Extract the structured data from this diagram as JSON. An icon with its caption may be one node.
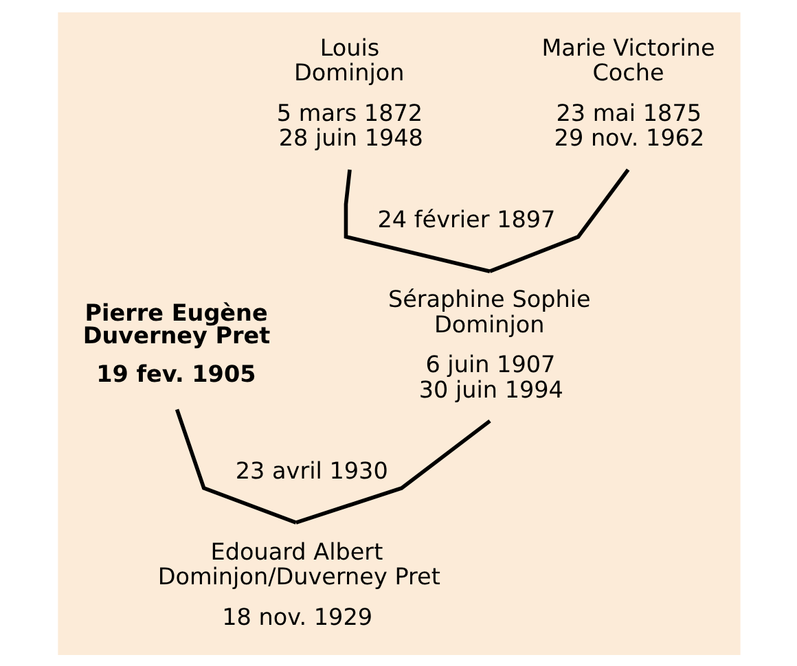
{
  "diagram": {
    "nodes": [
      {
        "text": [
          "Louis Dominjon",
          "5 mars 1872 28 juin 1948"
        ]
      },
      {
        "text": [
          "Marie Victorine Coche",
          "23 mai 1875 29 nov. 1962"
        ]
      },
      {
        "text": [
          "Pierre Eugène Duverney Pret",
          "19 fev. 1905"
        ]
      },
      {
        "text": [
          "Séraphine Sophie Dominjon",
          "6 juin 1907 30 juin 1994"
        ]
      },
      {
        "text": [
          "Edouard Albert Dominjon/Duverney Pret",
          "18 nov. 1929"
        ]
      }
    ],
    "edges": [
      {
        "from": 0,
        "to": 3,
        "arrow": "none",
        "label": "24 février 1897"
      },
      {
        "from": 1,
        "to": 3,
        "arrow": "none"
      },
      {
        "from": 2,
        "to": 4,
        "arrow": "none",
        "label": "23 avril 1930"
      },
      {
        "from": 3,
        "to": 4,
        "arrow": "none"
      }
    ]
  }
}
